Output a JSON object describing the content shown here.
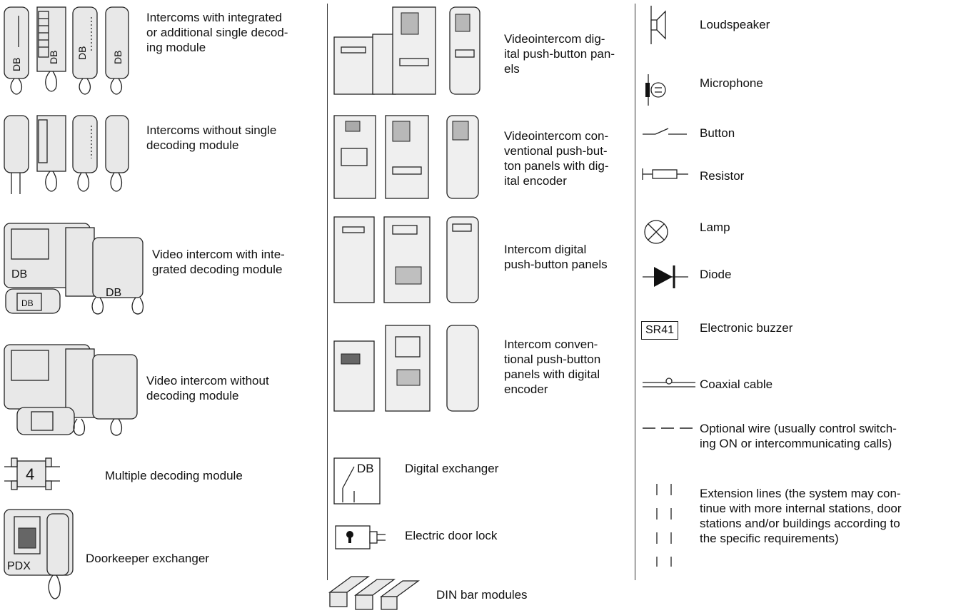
{
  "column_left": {
    "intercom_integrated": {
      "label": "Intercoms with integrated\nor additional single decod-\ning module",
      "badge": "DB"
    },
    "intercom_without": {
      "label": "Intercoms without single\ndecoding module"
    },
    "video_integrated": {
      "label": "Video intercom with inte-\ngrated decoding module",
      "badge": "DB"
    },
    "video_without": {
      "label": "Video intercom without\ndecoding module"
    },
    "multiple_module": {
      "label": "Multiple decoding module",
      "number": "4"
    },
    "doorkeeper": {
      "label": "Doorkeeper exchanger",
      "badge": "PDX"
    }
  },
  "column_middle": {
    "video_digital": {
      "label": "Videointercom dig-\nital push-button pan-\nels"
    },
    "video_conventional": {
      "label": "Videointercom con-\nventional push-but-\nton panels with dig-\nital encoder"
    },
    "intercom_digital": {
      "label": "Intercom digital\npush-button panels"
    },
    "intercom_conventional": {
      "label": "Intercom conven-\ntional push-button\npanels with digital\nencoder"
    },
    "digital_exchanger": {
      "label": "Digital exchanger",
      "badge": "DB"
    },
    "door_lock": {
      "label": "Electric door lock"
    },
    "din_modules": {
      "label": "DIN bar modules"
    }
  },
  "column_right": {
    "loudspeaker": {
      "label": "Loudspeaker"
    },
    "microphone": {
      "label": "Microphone"
    },
    "button": {
      "label": "Button"
    },
    "resistor": {
      "label": "Resistor"
    },
    "lamp": {
      "label": "Lamp"
    },
    "diode": {
      "label": "Diode"
    },
    "buzzer": {
      "label": "Electronic buzzer",
      "code": "SR41"
    },
    "coax": {
      "label": "Coaxial cable"
    },
    "optional_wire": {
      "label": "Optional wire (usually control switch-\ning ON or intercommunicating calls)"
    },
    "extension": {
      "label": "Extension lines (the system may con-\ntinue with more internal stations, door\nstations and/or buildings according to\nthe specific requirements)"
    }
  }
}
